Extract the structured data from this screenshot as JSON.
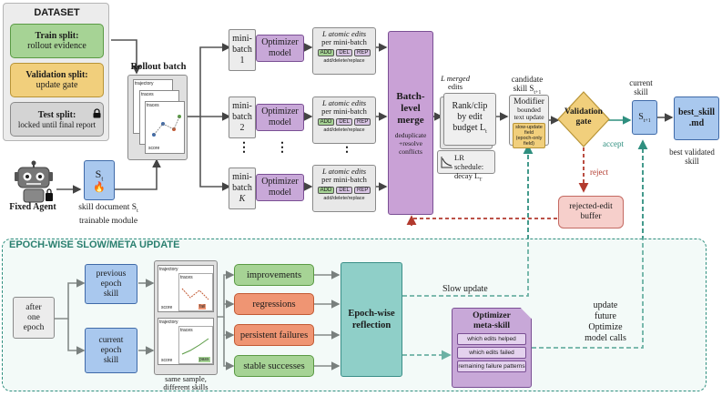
{
  "dataset": {
    "title": "DATASET",
    "train": {
      "title": "Train split:",
      "sub": "rollout evidence"
    },
    "validation": {
      "title": "Validation split:",
      "sub": "update gate"
    },
    "test": {
      "title": "Test split:",
      "sub": "locked until final report"
    }
  },
  "agent": {
    "label": "Fixed Agent"
  },
  "skill_doc": {
    "symbol": "S",
    "sub": "t",
    "caption_line1": "skill document S",
    "caption_sub": "t",
    "caption_line2": "trainable module"
  },
  "rollout": {
    "title": "Rollout batch",
    "card_labels": [
      "trajectory",
      "traces",
      "traces"
    ],
    "score": "score"
  },
  "minibatches": [
    {
      "label_line1": "mini-",
      "label_line2": "batch",
      "label_line3": "1"
    },
    {
      "label_line1": "mini-",
      "label_line2": "batch",
      "label_line3": "2"
    },
    {
      "label_line1": "mini-",
      "label_line2": "batch",
      "label_line3": "K"
    }
  ],
  "ellipsis": "⋮",
  "optimizer": {
    "line1": "Optimizer",
    "line2": "model"
  },
  "edits": {
    "line1": "L atomic edits",
    "line2": "per mini-batch",
    "tags": [
      "ADD",
      "DEL",
      "REP"
    ],
    "caption": "add/delete/replace"
  },
  "merge": {
    "line1": "Batch-",
    "line2": "level",
    "line3": "merge",
    "sub1": "deduplicate",
    "sub2": "+resolve",
    "sub3": "conflicts"
  },
  "merged_edits": {
    "line1": "L merged",
    "line2": "edits"
  },
  "rank": {
    "line1": "Rank/clip",
    "line2": "by edit",
    "line3": "budget L",
    "sub": "t"
  },
  "lr_schedule": {
    "line1": "LR schedule:",
    "line2": "decay L",
    "sub": "T"
  },
  "candidate": {
    "line1": "candidate",
    "line2": "skill S",
    "sub": "t+1"
  },
  "modifier": {
    "title": "Modifier",
    "line1": "bounded",
    "line2": "text update",
    "note1": "slow-update",
    "note2": "field",
    "note3": "(epoch-only field)"
  },
  "validation_gate": {
    "line1": "Validation",
    "line2": "gate"
  },
  "accept": "accept",
  "reject": "reject",
  "current_skill": {
    "line1": "current",
    "line2": "skill",
    "symbol": "S",
    "sub": "t+1"
  },
  "best_skill": {
    "line1": "best_skill",
    "line2": ".md",
    "caption1": "best validated",
    "caption2": "skill"
  },
  "rejected": {
    "line1": "rejected-edit",
    "line2": "buffer"
  },
  "epoch": {
    "title": "EPOCH-WISE SLOW/META UPDATE",
    "after": {
      "line1": "after",
      "line2": "one",
      "line3": "epoch"
    },
    "previous": {
      "line1": "previous",
      "line2": "epoch",
      "line3": "skill"
    },
    "current": {
      "line1": "current",
      "line2": "epoch",
      "line3": "skill"
    },
    "sample_caption1": "same sample,",
    "sample_caption2": "different skills",
    "card_labels": [
      "trajectory",
      "traces",
      "score",
      "fail",
      "pass"
    ],
    "categories": [
      "improvements",
      "regressions",
      "persistent failures",
      "stable successes"
    ],
    "reflection": {
      "line1": "Epoch-wise",
      "line2": "reflection"
    },
    "meta": {
      "title1": "Optimizer",
      "title2": "meta-skill",
      "items": [
        "which edits helped",
        "which edits failed",
        "remaining failure patterns"
      ]
    },
    "slow_update": "Slow update",
    "update_note": {
      "line1": "update",
      "line2": "future",
      "line3": "Optimize",
      "line4": "model calls"
    }
  },
  "colors": {
    "green_dash": "#2f8f7f",
    "red_dash": "#b23a2e",
    "purple": "#c8a8d8",
    "blue": "#a9c8ee"
  }
}
